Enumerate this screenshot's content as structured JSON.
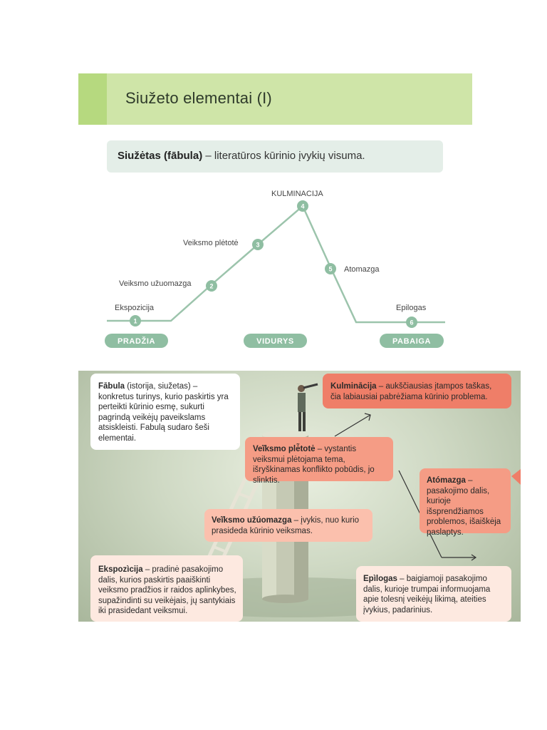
{
  "header": {
    "title": "Siužeto elementai (I)"
  },
  "definition": {
    "term": "Siužėtas (fābula)",
    "text": " – literatūros kūrinio įvykių visuma."
  },
  "diagram": {
    "stages": [
      {
        "num": "1",
        "label": "Ekspozicija"
      },
      {
        "num": "2",
        "label": "Veiksmo užuomazga"
      },
      {
        "num": "3",
        "label": "Veiksmo plėtotė"
      },
      {
        "num": "4",
        "label": "KULMINACIJA"
      },
      {
        "num": "5",
        "label": "Atomazga"
      },
      {
        "num": "6",
        "label": "Epilogas"
      }
    ],
    "phases": [
      "PRADŽIA",
      "VIDURYS",
      "PABAIGA"
    ],
    "colors": {
      "line": "#9cc4ac",
      "node": "#8fbea2",
      "pill": "#8fbea2"
    }
  },
  "cards": {
    "fabula": {
      "term": "Fābula",
      "text": " (istorija, siužetas) – konkretus turinys, kurio paskirtis yra perteikti kūrinio esmę, sukurti pagrindą veikėjų paveikslams atsiskleisti. Fabulą sudaro šeši elementai."
    },
    "kulminacija": {
      "term": "Kulminācija",
      "text": " – aukščiausias įtampos taškas, čia labiausiai pabrėžiama kūrinio problema."
    },
    "pletote": {
      "term": "Veĩksmo plė̃totė",
      "text": " – vystantis veiksmui plėtojama tema, išryškinamas konflikto pobūdis, jo slinktis."
    },
    "atomazga": {
      "term": "Atómazga",
      "text": " – pasakojimo dalis, kurioje išsprendžiamos problemos, išaiškėja paslaptys."
    },
    "uzuomazga": {
      "term": "Veĩksmo užúomazga",
      "text": " – įvykis, nuo kurio prasideda kūrinio veiksmas."
    },
    "ekspozicija": {
      "term": "Ekspozìcija",
      "text": " – pradinė pasakojimo dalis, kurios paskirtis paaiškinti veiksmo pradžios ir raidos aplinkybes, supažindinti su veikėjais, jų santykiais iki prasidedant veiksmui."
    },
    "epilogas": {
      "term": "Epìlogas",
      "text": " – baigiamoji pasakojimo dalis, kurioje trumpai informuojama apie tolesnį veikėjų likimą, ateities įvykius, padarinius."
    }
  },
  "colors": {
    "header": "#cfe5a8",
    "header_accent": "#b6d97f",
    "definition_bg": "#e4eee8"
  }
}
